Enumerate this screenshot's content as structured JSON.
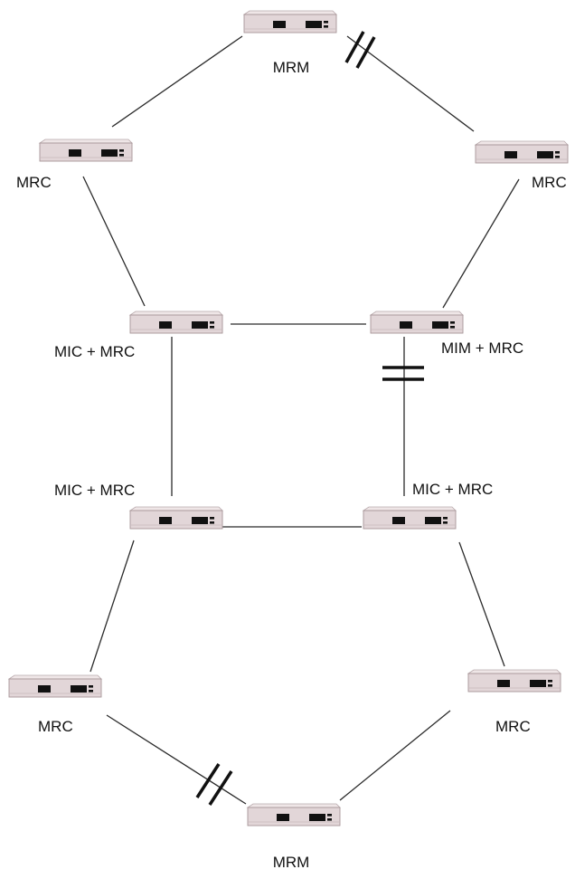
{
  "diagram": {
    "nodes": {
      "mrm_top": {
        "label": "MRM"
      },
      "mrc_top_left": {
        "label": "MRC"
      },
      "mrc_top_right": {
        "label": "MRC"
      },
      "mic_mrc_upper_left": {
        "label": "MIC + MRC"
      },
      "mim_mrc_upper_right": {
        "label": "MIM + MRC"
      },
      "mic_mrc_lower_left": {
        "label": "MIC + MRC"
      },
      "mic_mrc_lower_right": {
        "label": "MIC + MRC"
      },
      "mrc_bottom_left": {
        "label": "MRC"
      },
      "mrc_bottom_right": {
        "label": "MRC"
      },
      "mrm_bottom": {
        "label": "MRM"
      }
    },
    "colors": {
      "device_body": "#e2d6d8",
      "device_top": "#efe6e7",
      "device_port": "#111111",
      "line": "#2b2b2b"
    }
  }
}
